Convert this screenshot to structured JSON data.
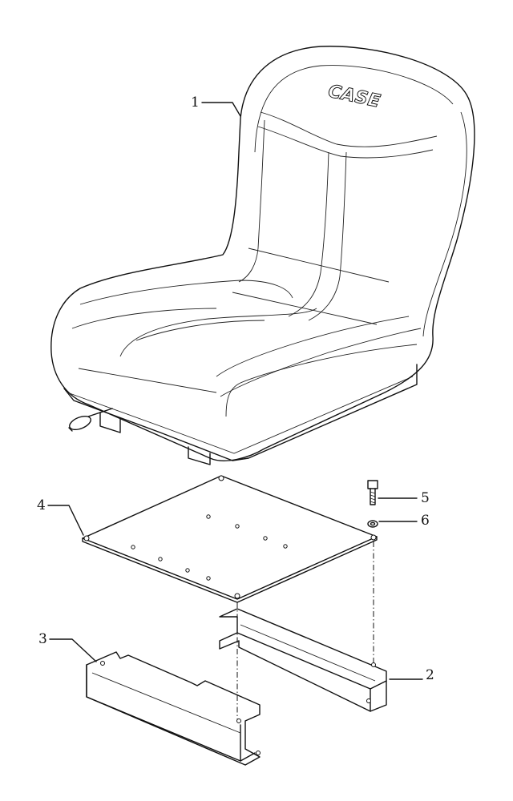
{
  "brand_logo": "CASE",
  "callouts": [
    {
      "id": "1",
      "label": "1"
    },
    {
      "id": "2",
      "label": "2"
    },
    {
      "id": "3",
      "label": "3"
    },
    {
      "id": "4",
      "label": "4"
    },
    {
      "id": "5",
      "label": "5"
    },
    {
      "id": "6",
      "label": "6"
    }
  ]
}
